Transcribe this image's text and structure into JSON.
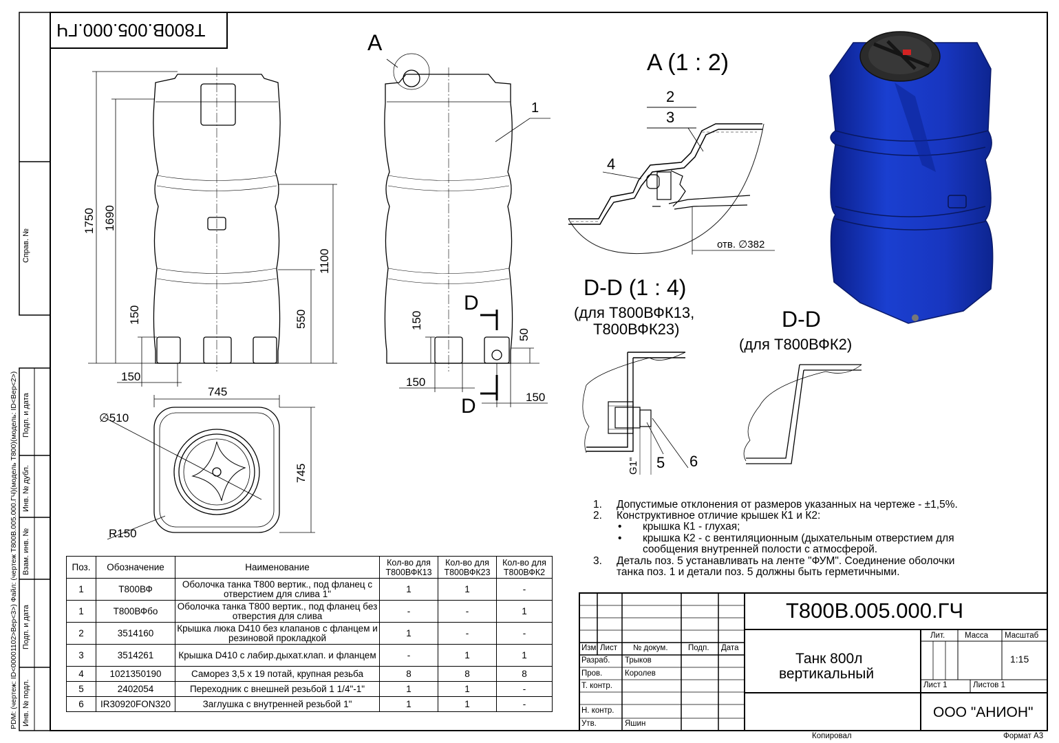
{
  "stamp_mirrored": "Т800В.005.000.ГЧ",
  "left_strip": {
    "sprav": "Справ. №",
    "podp_data1": "Подп. и дата",
    "inv_dubl": "Инв. № дубл.",
    "vzam_inv": "Взам. инв. №",
    "podp_data2": "Подп. и дата",
    "inv_podl": "Инв. № подл.",
    "pdm_text": "PDM: (чертеж: ID<00001102>Вер<3>) Файл: (чертеж Т800В.005.000.ГЧ)(модель Т800)(модель: ID<Вер<2>)"
  },
  "views": {
    "front": {
      "dim_1750": "1750",
      "dim_1690": "1690",
      "dim_1100": "1100",
      "dim_550": "550",
      "dim_150_v": "150",
      "dim_150_h": "150"
    },
    "side": {
      "label_A": "A",
      "pos_1": "1",
      "dim_150_v": "150",
      "dim_150_h": "150",
      "dim_50": "50",
      "dim_150_r": "150",
      "cut_D_top": "D",
      "cut_D_bottom": "D"
    },
    "top": {
      "dim_745_w": "745",
      "dim_745_h": "745",
      "dim_d510": "∅510",
      "dim_r150": "R150"
    }
  },
  "detail_a": {
    "title": "A  (1 : 2)",
    "pos_2": "2",
    "pos_3": "3",
    "pos_4": "4",
    "hole": "отв. ∅382"
  },
  "section_dd1": {
    "title": "D-D  (1 : 4)",
    "sub1": "(для Т800ВФК13,",
    "sub2": "Т800ВФК23)",
    "pos_5": "5",
    "pos_6": "6",
    "thread": "G1\""
  },
  "section_dd2": {
    "title": "D-D",
    "sub": "(для Т800ВФК2)"
  },
  "notes": [
    {
      "num": "1.",
      "text": "Допустимые отклонения от размеров указанных на чертеже - ±1,5%."
    },
    {
      "num": "2.",
      "text": "Конструктивное отличие крышек К1 и К2:"
    },
    {
      "num": "•",
      "text": "крышка К1 - глухая;"
    },
    {
      "num": "•",
      "text": "крышка К2 - с вентиляционным (дыхательным отверстием для"
    },
    {
      "num": "",
      "text": "сообщения внутренней полости с атмосферой."
    },
    {
      "num": "3.",
      "text": "Деталь поз. 5 устанавливать на ленте \"ФУМ\". Соединение оболочки"
    },
    {
      "num": "",
      "text": "танка поз. 1 и детали поз. 5 должны быть герметичными."
    }
  ],
  "spec_table": {
    "headers": [
      "Поз.",
      "Обозначение",
      "Наименование",
      "Кол-во для Т800ВФК13",
      "Кол-во для Т800ВФК23",
      "Кол-во для Т800ВФК2"
    ],
    "rows": [
      [
        "1",
        "Т800ВФ",
        "Оболочка танка Т800 вертик., под фланец с отверстием для слива 1\"",
        "1",
        "1",
        "-"
      ],
      [
        "1",
        "Т800ВФбо",
        "Оболочка танка Т800 вертик., под фланец без отверстия для слива",
        "-",
        "-",
        "1"
      ],
      [
        "2",
        "3514160",
        "Крышка люка D410 без клапанов с фланцем и резиновой прокладкой",
        "1",
        "-",
        "-"
      ],
      [
        "3",
        "3514261",
        "Крышка  D410 с лабир.дыхат.клап. и фланцем",
        "-",
        "1",
        "1"
      ],
      [
        "4",
        "1021350190",
        "Саморез 3,5 х 19 потай, крупная резьба",
        "8",
        "8",
        "8"
      ],
      [
        "5",
        "2402054",
        "Переходник с внешней резьбой 1 1/4\"-1\"",
        "1",
        "1",
        "-"
      ],
      [
        "6",
        "IR30920FON320",
        "Заглушка с внутренней резьбой 1\"",
        "1",
        "1",
        "-"
      ]
    ]
  },
  "title_block": {
    "designation": "Т800В.005.000.ГЧ",
    "name_line1": "Танк 800л",
    "name_line2": "вертикальный",
    "col_izm": "Изм",
    "col_list": "Лист",
    "col_dokum": "№ докум.",
    "col_podp": "Подп.",
    "col_data": "Дата",
    "razrab": "Разраб.",
    "razrab_name": "Трыков",
    "prov": "Пров.",
    "prov_name": "Королев",
    "t_kontr": "Т. контр.",
    "n_kontr": "Н. контр.",
    "utv": "Утв.",
    "utv_name": "Яшин",
    "lit": "Лит.",
    "massa": "Масса",
    "masshtab": "Масштаб",
    "scale": "1:15",
    "sheet": "Лист 1",
    "sheets": "Листов 1",
    "company": "ООО \"АНИОН\"",
    "copied": "Копировал",
    "format": "Формат А3"
  },
  "colors": {
    "tank_blue": "#1a3fd0",
    "tank_dark": "#0b1f8a",
    "lid": "#2b2b2b",
    "lid_red": "#d22222"
  }
}
